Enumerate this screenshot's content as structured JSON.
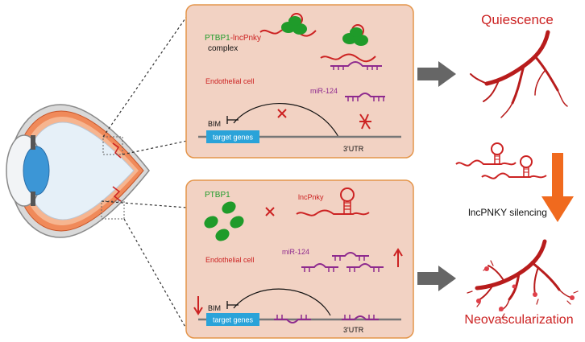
{
  "top_panel": {
    "complex_label_ptbp1": "PTBP1",
    "complex_label_dash": "-",
    "complex_label_lnc": "lncPnky",
    "complex_label_word": "complex",
    "cell_label": "Endothelial cell",
    "mirna_label": "miR-124",
    "bim_label": "BIM",
    "gene_box_label": "target genes",
    "utr_label": "3'UTR"
  },
  "bottom_panel": {
    "ptbp1_label": "PTBP1",
    "lnc_label": "lncPnky",
    "cell_label": "Endothelial cell",
    "mirna_label": "miR-124",
    "bim_label": "BIM",
    "gene_box_label": "target genes",
    "utr_label": "3'UTR"
  },
  "outcomes": {
    "top": "Quiescence",
    "bottom": "Neovascularization"
  },
  "silencing_label": "lncPNKY silencing",
  "colors": {
    "panel_fill": "#f2d2c3",
    "panel_stroke": "#e4954a",
    "green": "#1f9b2a",
    "red": "#cc2222",
    "purple": "#8e2a8e",
    "blue_box": "#2aa3d9",
    "arrow_gray": "#666666",
    "orange_arrow": "#f06a1e"
  }
}
